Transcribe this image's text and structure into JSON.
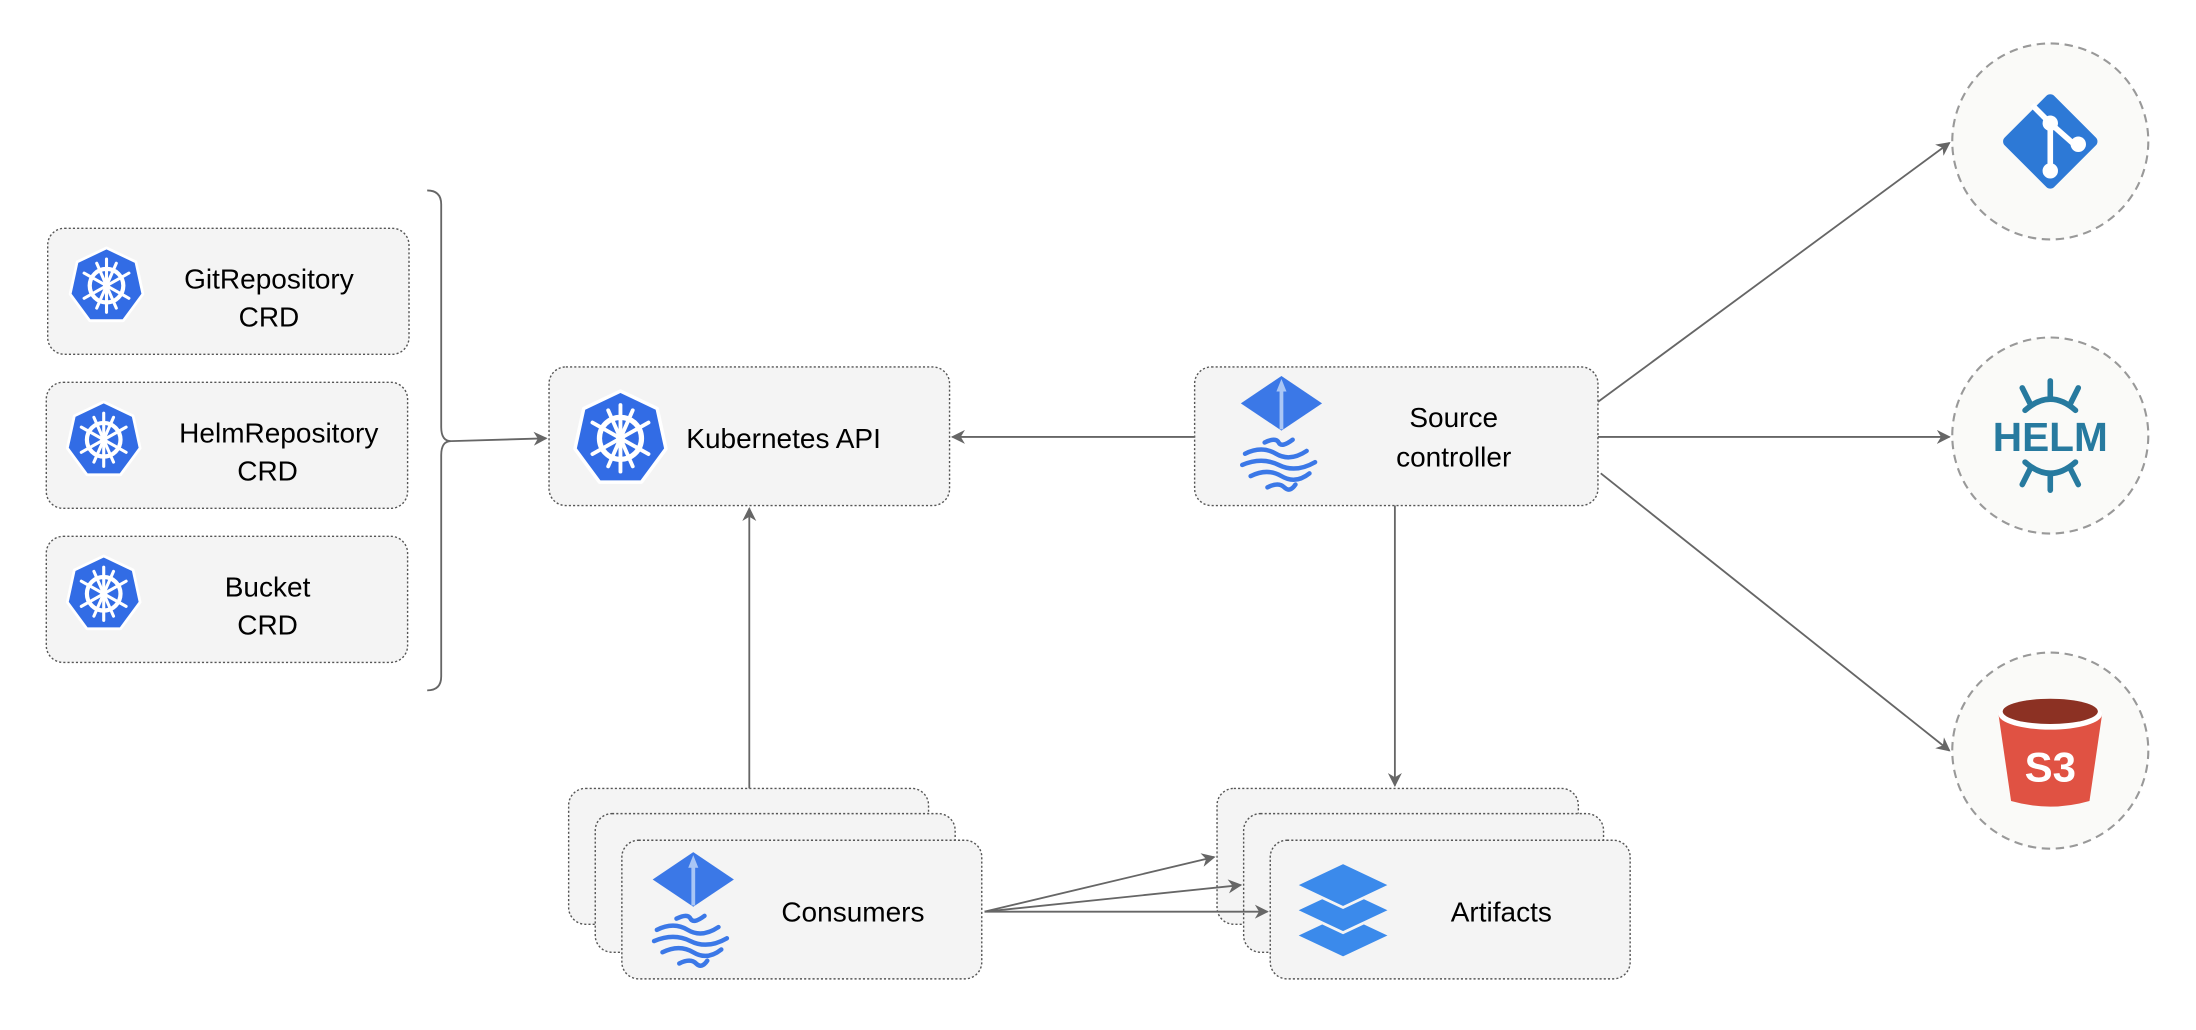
{
  "crds": [
    {
      "line1": "GitRepository",
      "line2": "CRD"
    },
    {
      "line1": "HelmRepository",
      "line2": "CRD"
    },
    {
      "line1": "Bucket",
      "line2": "CRD"
    }
  ],
  "kubernetes_api": {
    "label": "Kubernetes API"
  },
  "source_controller": {
    "line1": "Source",
    "line2": "controller"
  },
  "consumers": {
    "label": "Consumers"
  },
  "artifacts": {
    "label": "Artifacts"
  },
  "sources": {
    "git": {
      "icon": "git-icon",
      "color": "#2D79D6"
    },
    "helm": {
      "icon": "helm-icon",
      "label": "HELM",
      "color": "#277A9F"
    },
    "s3": {
      "icon": "s3-bucket-icon",
      "label": "S3",
      "color": "#E05243"
    }
  },
  "colors": {
    "kubernetes": "#326CE5",
    "flux": "#3B78E7",
    "edge": "#666666"
  }
}
